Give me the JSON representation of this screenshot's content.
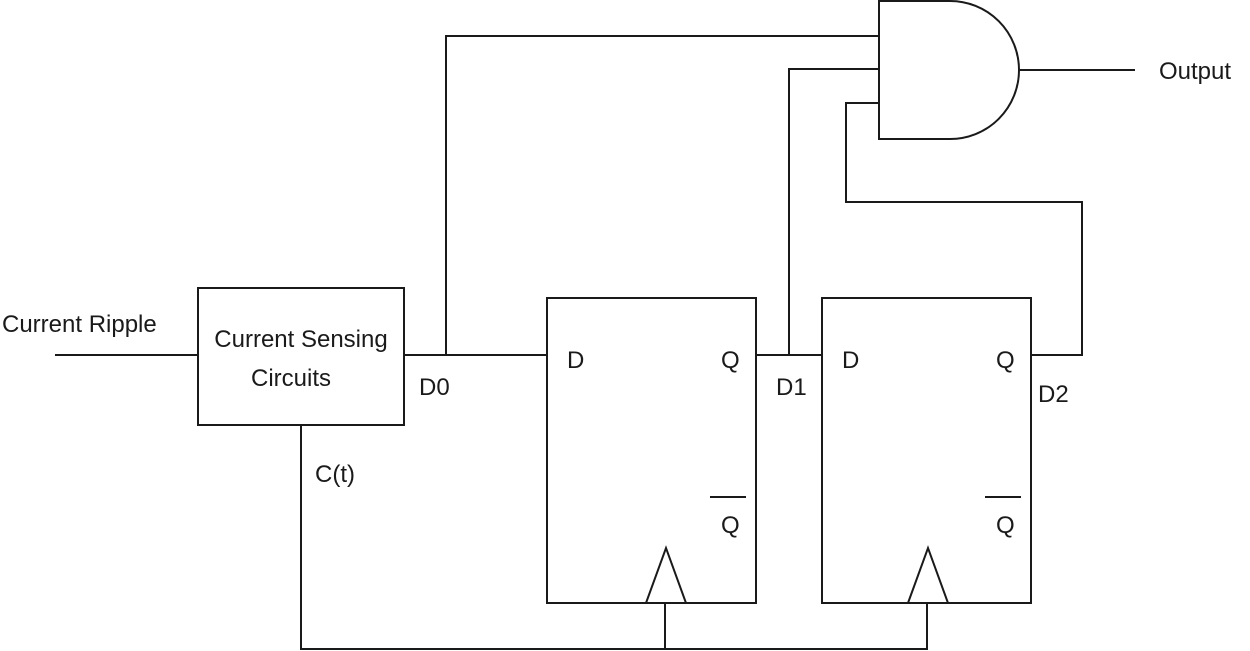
{
  "labels": {
    "input": "Current Ripple",
    "sensing_line1": "Current Sensing",
    "sensing_line2": "Circuits",
    "d0": "D0",
    "ct": "C(t)",
    "ff1_d": "D",
    "ff1_q": "Q",
    "ff1_qbar": "Q",
    "d1": "D1",
    "ff2_d": "D",
    "ff2_q": "Q",
    "ff2_qbar": "Q",
    "d2": "D2",
    "output": "Output"
  }
}
